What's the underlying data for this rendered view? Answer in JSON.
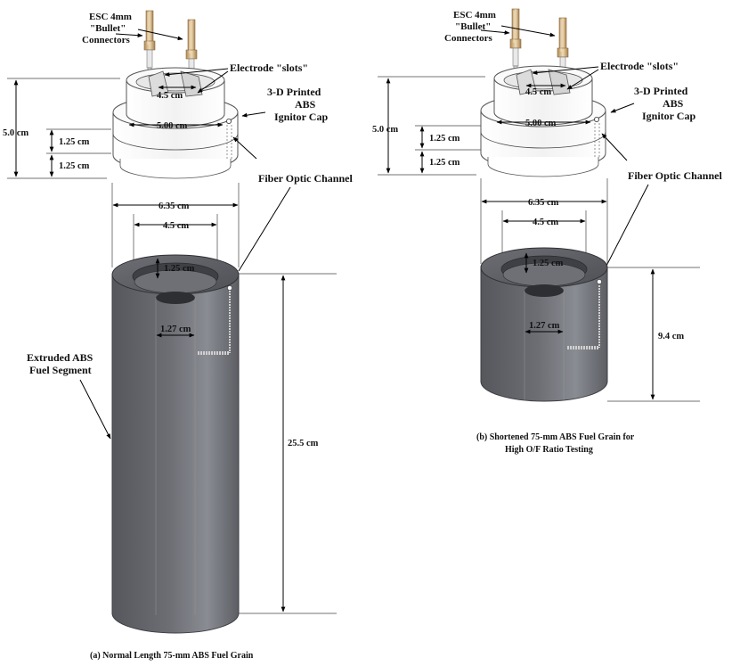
{
  "panel_a": {
    "connector_label": [
      "ESC 4mm",
      "\"Bullet\"",
      "Connectors"
    ],
    "electrode_label": "Electrode \"slots\"",
    "cap_label": [
      "3-D Printed",
      "ABS",
      "Ignitor Cap"
    ],
    "fiber_label": "Fiber Optic Channel",
    "segment_label": [
      "Extruded ABS",
      "Fuel Segment"
    ],
    "dim_slot": "4.5 cm",
    "dim_cap_inner": "5.00 cm",
    "dim_cap_height": "5.0 cm",
    "dim_step_top": "1.25 cm",
    "dim_step_bottom": "1.25 cm",
    "dim_outer": "6.35 cm",
    "dim_inner": "4.5 cm",
    "dim_recess": "1.25 cm",
    "dim_port": "1.27 cm",
    "dim_length": "25.5 cm",
    "caption": "(a) Normal Length 75-mm ABS Fuel Grain"
  },
  "panel_b": {
    "connector_label": [
      "ESC 4mm",
      "\"Bullet\"",
      "Connectors"
    ],
    "electrode_label": "Electrode \"slots\"",
    "cap_label": [
      "3-D Printed",
      "ABS",
      "Ignitor Cap"
    ],
    "fiber_label": "Fiber Optic Channel",
    "dim_slot": "4.5 cm",
    "dim_cap_inner": "5.00 cm",
    "dim_cap_height": "5.0 cm",
    "dim_step_top": "1.25 cm",
    "dim_step_bottom": "1.25 cm",
    "dim_outer": "6.35 cm",
    "dim_inner": "4.5 cm",
    "dim_recess": "1.25 cm",
    "dim_port": "1.27 cm",
    "dim_length": "9.4 cm",
    "caption": [
      "(b) Shortened 75-mm ABS Fuel Grain for",
      "High O/F Ratio Testing"
    ]
  },
  "colors": {
    "grain_dark": "#54565c",
    "grain_light": "#8d8f96",
    "cap_outline": "#555555",
    "text": "#111111"
  }
}
